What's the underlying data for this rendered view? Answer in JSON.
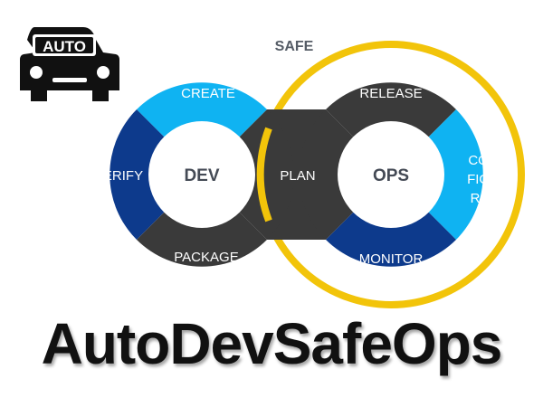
{
  "badge": {
    "text": "AUTO",
    "icon": "car-icon"
  },
  "safe_label": "SAFE",
  "dev_loop": {
    "hub": "DEV",
    "segments": {
      "create": "CREATE",
      "verify": "VERIFY",
      "package": "PACKAGE",
      "plan": "PLAN"
    }
  },
  "ops_loop": {
    "hub": "OPS",
    "segments": {
      "release": "RELEASE",
      "configure": [
        "CON",
        "FIGU",
        "RE"
      ],
      "monitor": "MONITOR"
    }
  },
  "title": "AutoDevSafeOps",
  "colors": {
    "light_blue": "#0fb3f2",
    "dark_blue": "#0d3a8c",
    "dark_gray": "#3a3a3a",
    "safe_ring": "#f2c40a",
    "car": "#111111"
  }
}
